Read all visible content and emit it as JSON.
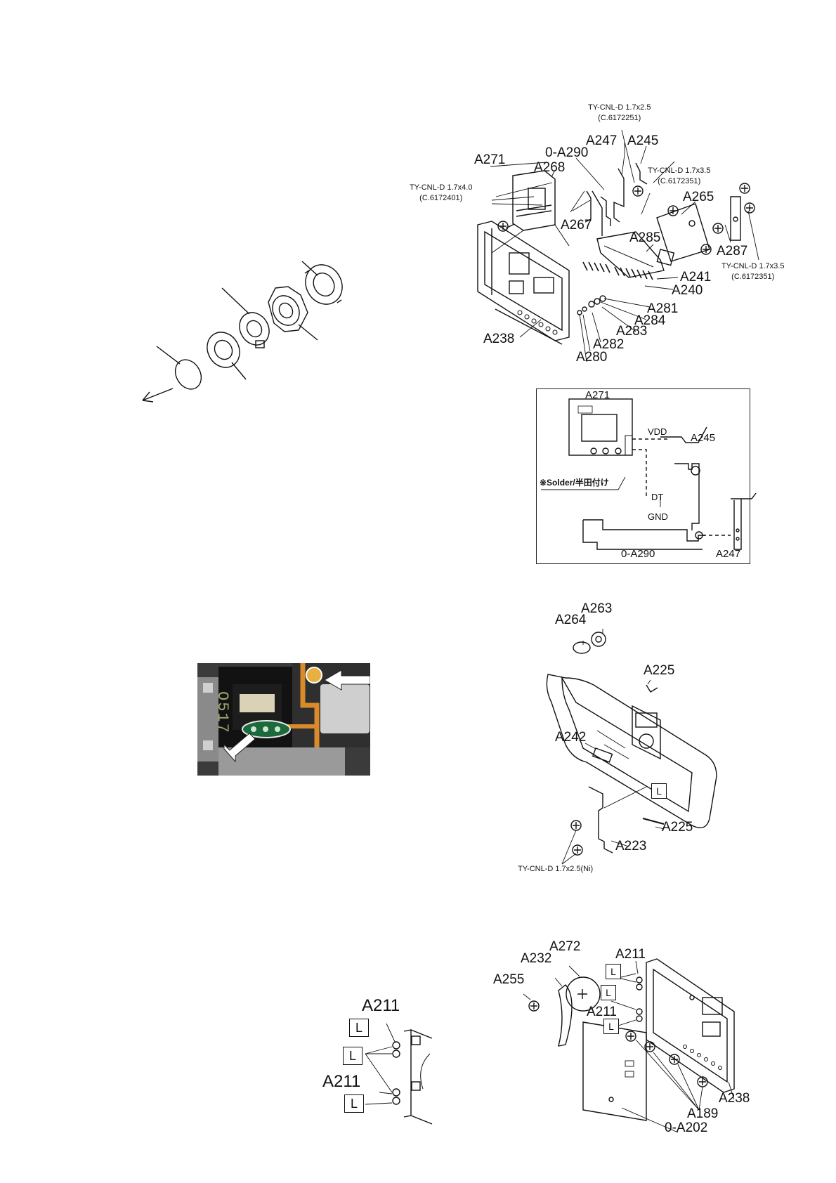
{
  "diagram_top": {
    "callouts": [
      "A271",
      "A268",
      "0-A290",
      "A247",
      "A245",
      "A265",
      "A267",
      "A285",
      "A287",
      "A241",
      "A240",
      "A281",
      "A284",
      "A283",
      "A282",
      "A280",
      "A238"
    ],
    "screws": [
      {
        "line1": "TY-CNL-D 1.7x2.5",
        "line2": "(C.6172251)"
      },
      {
        "line1": "TY-CNL-D 1.7x3.5",
        "line2": "(C.6172351)"
      },
      {
        "line1": "TY-CNL-D 1.7x4.0",
        "line2": "(C.6172401)"
      },
      {
        "line1": "TY-CNL-D 1.7x3.5",
        "line2": "(C.6172351)"
      }
    ]
  },
  "diagram_box": {
    "title": "A271",
    "vdd": "VDD",
    "a245": "A245",
    "solder_note": "※Solder/半田付け",
    "dt": "DT",
    "gnd": "GND",
    "a290": "0-A290",
    "a247": "A247"
  },
  "photo": {
    "marking": "O517"
  },
  "diagram_mid": {
    "callouts": [
      "A263",
      "A264",
      "A225",
      "A242",
      "A225",
      "A223"
    ],
    "lock_label": "L",
    "screw_note": "TY-CNL-D 1.7x2.5(Ni)"
  },
  "diagram_bottom_left": {
    "callouts": [
      "A211",
      "A211"
    ],
    "lock_labels": [
      "L",
      "L",
      "L"
    ]
  },
  "diagram_bottom_right": {
    "callouts": [
      "A272",
      "A232",
      "A211",
      "A255",
      "A211",
      "A238",
      "A189",
      "0-A202"
    ],
    "lock_labels": [
      "L",
      "L",
      "L"
    ]
  }
}
